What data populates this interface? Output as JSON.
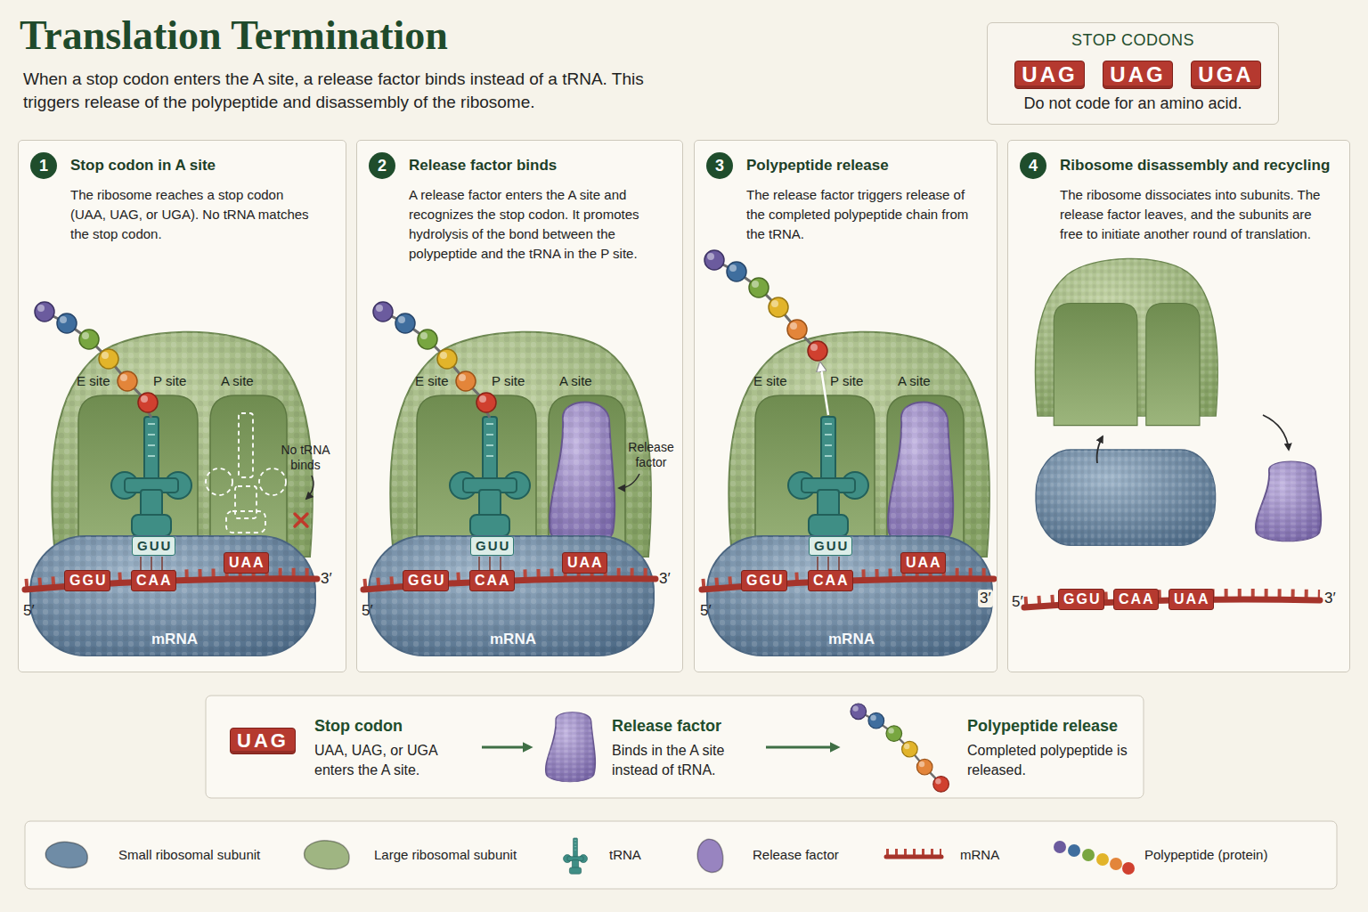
{
  "diagram": {
    "title": "Translation Termination",
    "caption": "When a stop codon enters the A site, a release factor binds instead of a tRNA. This triggers release of the polypeptide and disassembly of the ribosome.",
    "nodes": [
      {
        "text": [
          "STOP CODONS",
          "Do not code for an amino acid."
        ]
      },
      {
        "text": [
          "UAG"
        ],
        "in": 0
      },
      {
        "text": [
          "UAG"
        ],
        "in": 0
      },
      {
        "text": [
          "UGA"
        ],
        "in": 0
      },
      {
        "text": [
          "Stop codon in A site",
          "The ribosome reaches a stop codon (UAA, UAG, or UGA). No tRNA matches the stop codon."
        ]
      },
      {
        "text": [
          "1"
        ],
        "in": 4
      },
      {
        "text": [
          "Release factor binds",
          "A release factor enters the A site and recognizes the stop codon. It promotes hydrolysis of the bond between the polypeptide and the tRNA in the P site."
        ]
      },
      {
        "text": [
          "2"
        ],
        "in": 6
      },
      {
        "text": [
          "Polypeptide release",
          "The release factor triggers release of the completed polypeptide chain from the tRNA."
        ]
      },
      {
        "text": [
          "3"
        ],
        "in": 8
      },
      {
        "text": [
          "Ribosome disassembly and recycling",
          "The ribosome dissociates into subunits. The release factor leaves, and the subunits are free to initiate another round of translation."
        ]
      },
      {
        "text": [
          "4"
        ],
        "in": 10
      },
      {
        "text": [
          "Stop codon",
          "UAA, UAG, or UGA enters the A site."
        ]
      },
      {
        "text": [
          "UAG"
        ],
        "in": 12
      },
      {
        "text": [
          "Release factor",
          "Binds in the A site instead of tRNA."
        ]
      },
      {
        "text": [
          "Polypeptide release",
          "Completed polypeptide is released."
        ]
      }
    ],
    "edges": [
      {
        "from": 12,
        "to": 14,
        "arrow": "to"
      },
      {
        "from": 14,
        "to": 15,
        "arrow": "to"
      }
    ],
    "labels": [
      "E site",
      "P site",
      "A site",
      "No tRNA binds",
      "GUU",
      "GGU",
      "CAA",
      "UAA",
      "5′",
      "3′",
      "mRNA",
      "E site",
      "P site",
      "A site",
      "Release factor",
      "GUU",
      "GGU",
      "CAA",
      "UAA",
      "5′",
      "3′",
      "mRNA",
      "E site",
      "P site",
      "A site",
      "GUU",
      "GGU",
      "CAA",
      "UAA",
      "5′",
      "3′",
      "mRNA",
      "GGU",
      "CAA",
      "UAA",
      "5′",
      "3′"
    ],
    "legend": [
      {
        "text": "Small ribosomal subunit",
        "color": "#6f8ca6"
      },
      {
        "text": "Large ribosomal subunit",
        "color": "#9fb582"
      },
      {
        "text": "tRNA"
      },
      {
        "text": "Release factor",
        "color": "#9884c0"
      },
      {
        "text": "mRNA"
      },
      {
        "text": "Polypeptide (protein)"
      }
    ]
  }
}
